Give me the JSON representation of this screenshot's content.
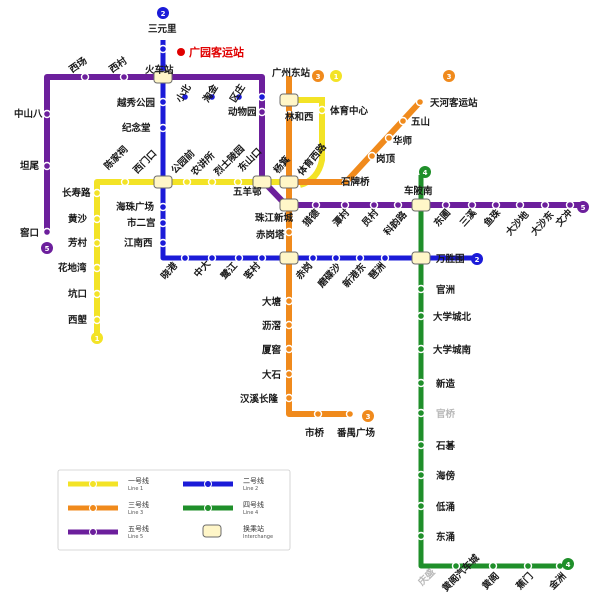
{
  "map": {
    "highlight": "广园客运站",
    "colors": {
      "line1": "#f3e326",
      "line2": "#1b1bd8",
      "line3": "#f08a1c",
      "line4": "#1f8f2a",
      "line5": "#6c1f9c"
    },
    "line_badges": [
      "1",
      "2",
      "3",
      "4",
      "5"
    ],
    "stations": {
      "sanyuanli": "三元里",
      "huochezhan": "火车站",
      "yuexiu": "越秀公园",
      "jiniantang": "纪念堂",
      "gongyuanqian": "公园前",
      "haizhuguangchang": "海珠广场",
      "shiergong": "市二宫",
      "jiangnanxi": "江南西",
      "xiaobei": "小北",
      "taojin": "淘金",
      "qujiang": "区庄",
      "dongwuyuan": "动物园",
      "xichang": "西场",
      "xicun": "西村",
      "zhongshanba": "中山八",
      "tanwei": "坦尾",
      "jiaokou": "窖口",
      "changshoulu": "长寿路",
      "chenjiaci": "陈家祠",
      "ximenkou": "西门口",
      "nongjiangsuo": "农讲所",
      "lieshilingyuan": "烈士陵园",
      "dongshankou": "东山口",
      "yangji": "杨箕",
      "tiyuxilu": "体育西路",
      "wuyangcun": "五羊邨",
      "huangsha": "黄沙",
      "fangcun": "芳村",
      "huadiwan": "花地湾",
      "kengkou": "坑口",
      "xilang": "西塱",
      "guangzhoudongzhan": "广州东站",
      "linhexi": "林和西",
      "tiyuzhongxin": "体育中心",
      "shipaiqiao": "石牌桥",
      "gangding": "岗顶",
      "huashi": "华师",
      "wushan": "五山",
      "tianhekeyunzhan": "天河客运站",
      "zhujiangxincheng": "珠江新城",
      "chigang": "赤岗塔",
      "kecun": "客村",
      "datang": "大塘",
      "lijiao": "沥滘",
      "xiajiao": "厦窖",
      "dashi": "大石",
      "hanxi": "汉溪长隆",
      "shiqiao": "市桥",
      "panyu": "番禺广场",
      "xiaogang": "晓港",
      "zhongda": "中大",
      "lujiang": "鹭江",
      "chigang2": "赤岗",
      "modiesha": "磨碟沙",
      "xingangdong": "新港东",
      "pazhou": "琶洲",
      "wanshengwei": "万胜围",
      "liede": "猎德",
      "tancun": "潭村",
      "yuancun": "员村",
      "kejiyuan": "科韵路",
      "chebeinan": "车陂南",
      "dongpu": "东圃",
      "sanxi": "三溪",
      "yushui": "鱼珠",
      "dashadi": "大沙地",
      "dashadong": "大沙东",
      "wenchong": "文冲",
      "guanzhou": "官洲",
      "daxuechengbei": "大学城北",
      "daxuechengnan": "大学城南",
      "xinzao": "新造",
      "guanqiao": "官桥",
      "shibi": "石碁",
      "haibang": "海傍",
      "diyong": "低涌",
      "dongyong": "东涌",
      "qingsheng": "庆盛",
      "huangge": "黄阁汽车城",
      "huangge2": "黄阁",
      "jiaomen": "蕉门",
      "jinzhou": "金洲"
    }
  },
  "legend": {
    "line1": {
      "cn": "一号线",
      "en": "Line 1"
    },
    "line2": {
      "cn": "二号线",
      "en": "Line 2"
    },
    "line3": {
      "cn": "三号线",
      "en": "Line 3"
    },
    "line4": {
      "cn": "四号线",
      "en": "Line 4"
    },
    "line5": {
      "cn": "五号线",
      "en": "Line 5"
    },
    "interchange": {
      "cn": "换乘站",
      "en": "Interchange"
    }
  }
}
